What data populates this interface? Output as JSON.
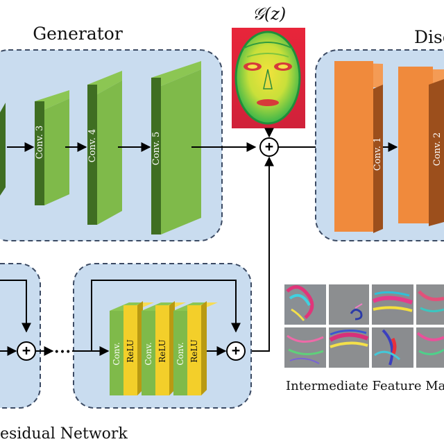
{
  "gz_label": "𝒢(z)",
  "generator": {
    "title": "Generator",
    "layers": [
      "Conv. 3",
      "Conv. 4",
      "Conv. 5"
    ]
  },
  "discriminator": {
    "title": "Disc",
    "layers": [
      "Conv. 1",
      "Conv. 2"
    ]
  },
  "residual": {
    "title": "esidual Network",
    "block_layers": [
      "Conv.",
      "ReLU",
      "Conv.",
      "ReLU",
      "Conv.",
      "ReLU"
    ],
    "ellipsis": "•••"
  },
  "feature_maps": {
    "caption": "Intermediate Feature Ma"
  },
  "add_symbol": "+",
  "colors": {
    "panel_fill": "#c9dcef",
    "panel_border": "#3b4a63",
    "gen_face": "#7fba4a",
    "gen_side": "#3f6e22",
    "disc_face": "#f08a3c",
    "disc_side": "#9c4f1c",
    "relu_face": "#f3cf2a",
    "arrow": "#000000"
  }
}
